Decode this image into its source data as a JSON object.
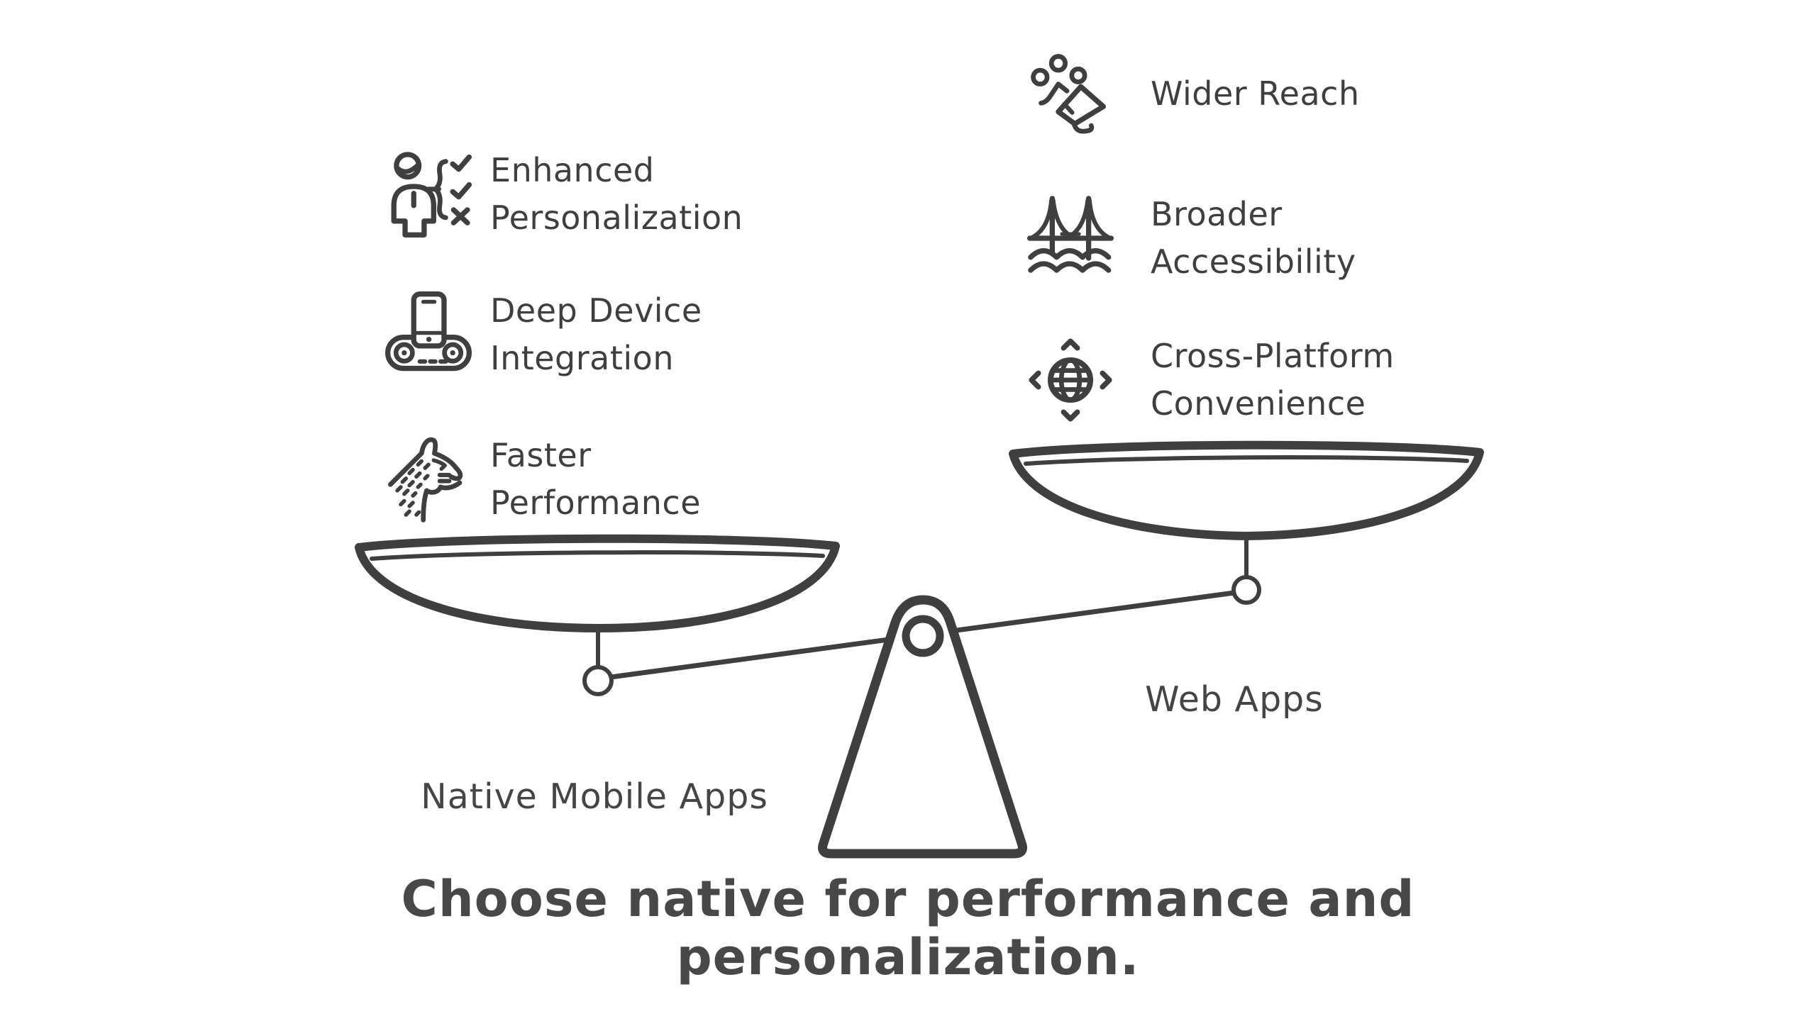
{
  "colors": {
    "background": "#ffffff",
    "ink": "#3f3f3f",
    "caption_ink": "#484848"
  },
  "left_side": {
    "label": "Native Mobile Apps",
    "items": [
      {
        "icon": "user-checklist",
        "label": "Enhanced\nPersonalization"
      },
      {
        "icon": "phone-dock",
        "label": "Deep Device\nIntegration"
      },
      {
        "icon": "cheetah",
        "label": "Faster\nPerformance"
      }
    ]
  },
  "right_side": {
    "label": "Web Apps",
    "items": [
      {
        "icon": "audience-megaphone",
        "label": "Wider Reach"
      },
      {
        "icon": "suspension-bridge",
        "label": "Broader\nAccessibility"
      },
      {
        "icon": "globe-arrows",
        "label": "Cross-Platform\nConvenience"
      }
    ]
  },
  "scale": {
    "heavier_side": "left"
  },
  "caption": "Choose native for performance and\npersonalization."
}
